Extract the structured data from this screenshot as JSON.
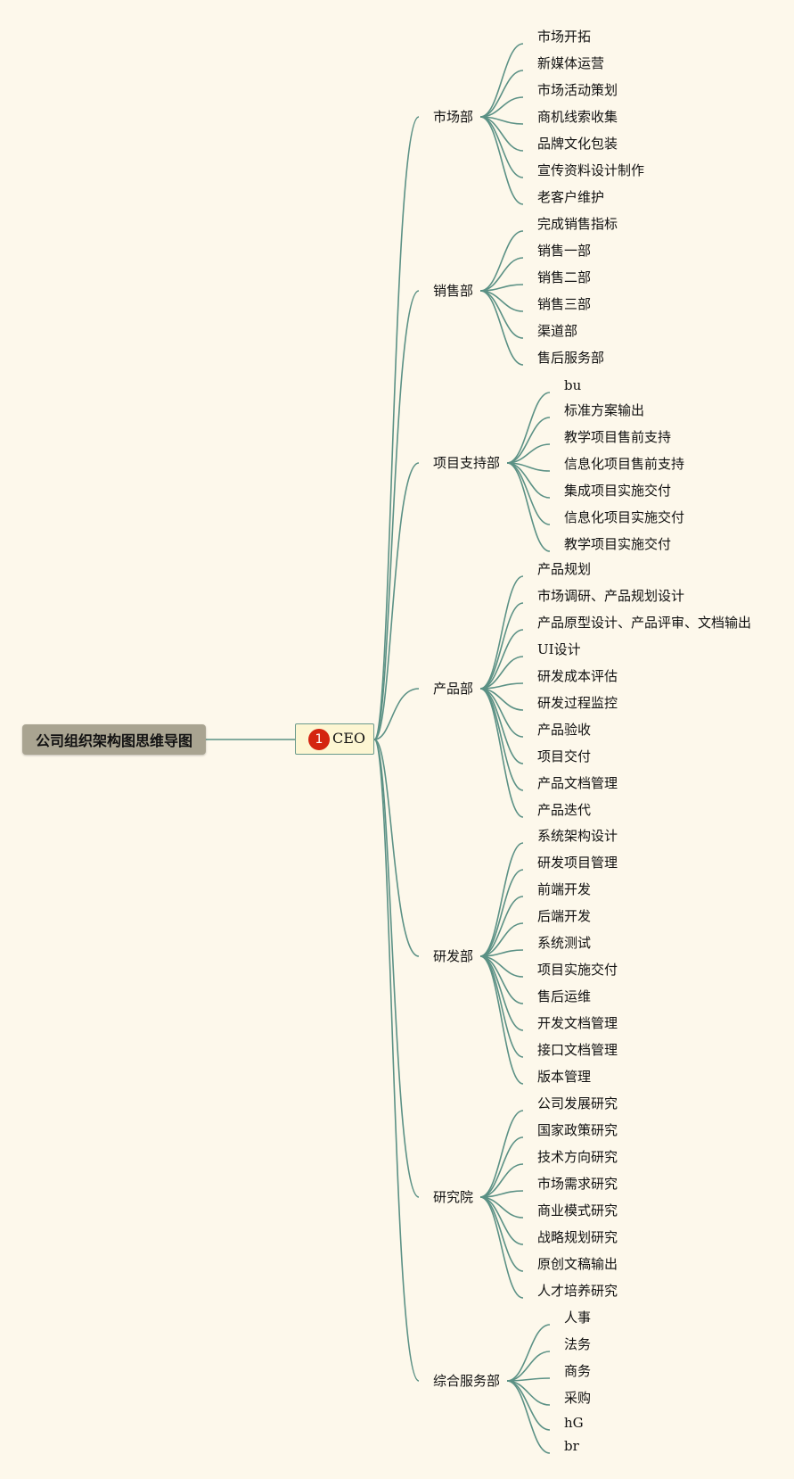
{
  "root": {
    "label": "公司组织架构图思维导图"
  },
  "ceo": {
    "badge": "1",
    "label": "CEO"
  },
  "departments": [
    {
      "label": "市场部",
      "children": [
        "市场开拓",
        "新媒体运营",
        "市场活动策划",
        "商机线索收集",
        "品牌文化包装",
        "宣传资料设计制作",
        "老客户维护"
      ]
    },
    {
      "label": "销售部",
      "children": [
        "完成销售指标",
        "销售一部",
        "销售二部",
        "销售三部",
        "渠道部",
        "售后服务部"
      ]
    },
    {
      "label": "项目支持部",
      "children": [
        "bu",
        "标准方案输出",
        "教学项目售前支持",
        "信息化项目售前支持",
        "集成项目实施交付",
        "信息化项目实施交付",
        "教学项目实施交付"
      ]
    },
    {
      "label": "产品部",
      "children": [
        "产品规划",
        "市场调研、产品规划设计",
        "产品原型设计、产品评审、文档输出",
        "UI设计",
        "研发成本评估",
        "研发过程监控",
        "产品验收",
        "项目交付",
        "产品文档管理",
        "产品迭代"
      ]
    },
    {
      "label": "研发部",
      "children": [
        "系统架构设计",
        "研发项目管理",
        "前端开发",
        "后端开发",
        "系统测试",
        "项目实施交付",
        "售后运维",
        "开发文档管理",
        "接口文档管理",
        "版本管理"
      ]
    },
    {
      "label": "研究院",
      "children": [
        "公司发展研究",
        "国家政策研究",
        "技术方向研究",
        "市场需求研究",
        "商业模式研究",
        "战略规划研究",
        "原创文稿输出",
        "人才培养研究"
      ]
    },
    {
      "label": "综合服务部",
      "children": [
        "人事",
        "法务",
        "商务",
        "采购",
        "hG",
        "br"
      ]
    }
  ]
}
